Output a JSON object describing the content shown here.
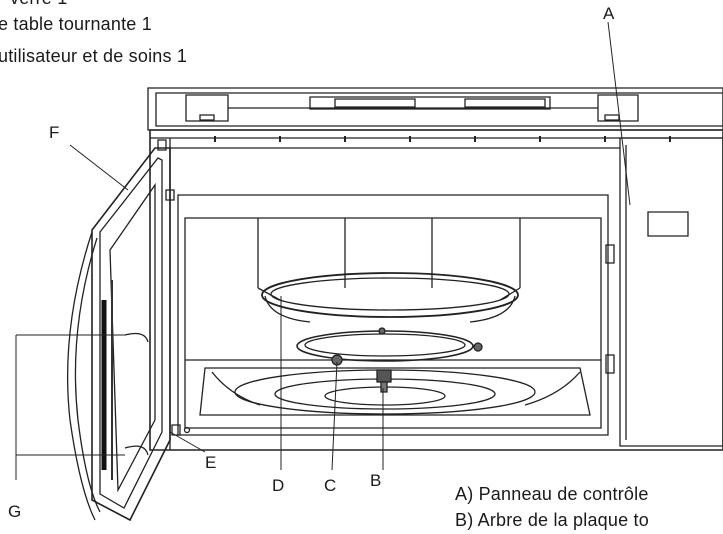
{
  "intro_lines": [
    "verre  1",
    "e table tournante  1",
    "utilisateur et de soins   1"
  ],
  "callouts": {
    "A": "A",
    "B": "B",
    "C": "C",
    "D": "D",
    "E": "E",
    "F": "F",
    "G": "G"
  },
  "legend": [
    "A) Panneau de contrôle",
    "B) Arbre de la plaque to"
  ]
}
